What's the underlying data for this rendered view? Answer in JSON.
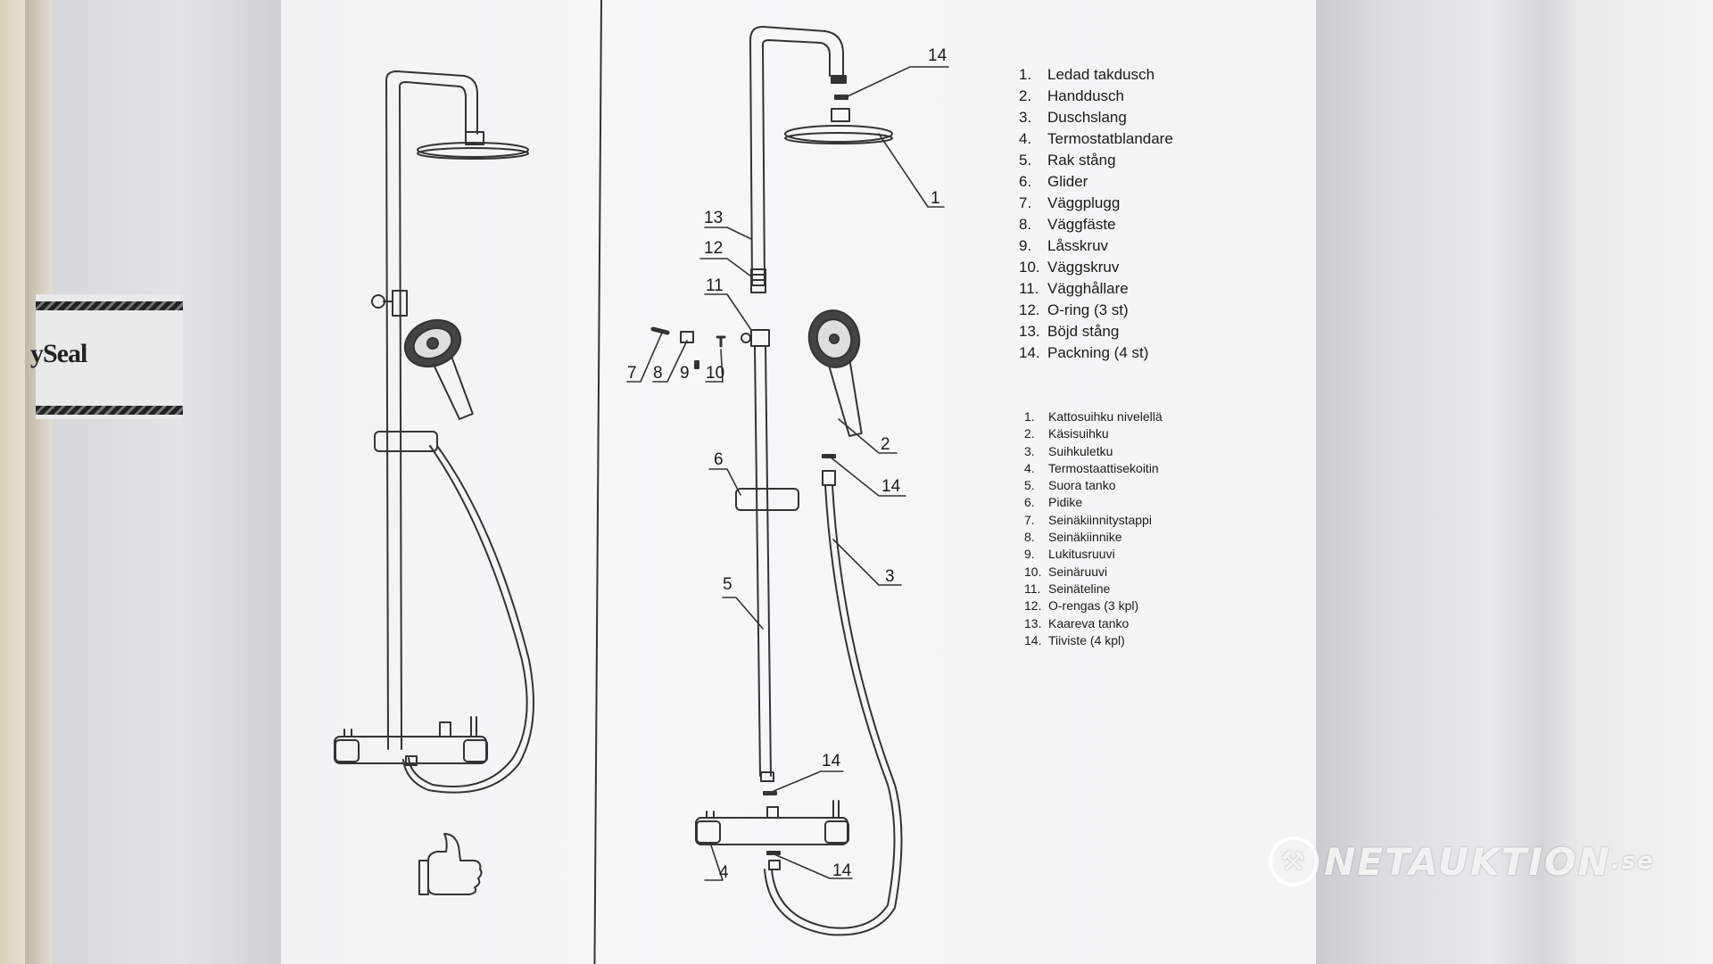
{
  "tape_text": "ySeal",
  "callouts": {
    "c14a": "14",
    "c1": "1",
    "c13": "13",
    "c12": "12",
    "c11": "11",
    "c7": "7",
    "c8": "8",
    "c9": "9",
    "c10": "10",
    "c2": "2",
    "c14b": "14",
    "c6": "6",
    "c3": "3",
    "c5": "5",
    "c14c": "14",
    "c4": "4",
    "c14d": "14"
  },
  "parts_swedish": [
    {
      "num": "1.",
      "label": "Ledad takdusch"
    },
    {
      "num": "2.",
      "label": "Handdusch"
    },
    {
      "num": "3.",
      "label": "Duschslang"
    },
    {
      "num": "4.",
      "label": "Termostatblandare"
    },
    {
      "num": "5.",
      "label": "Rak stång"
    },
    {
      "num": "6.",
      "label": "Glider"
    },
    {
      "num": "7.",
      "label": "Väggplugg"
    },
    {
      "num": "8.",
      "label": "Väggfäste"
    },
    {
      "num": "9.",
      "label": "Låsskruv"
    },
    {
      "num": "10.",
      "label": "Väggskruv"
    },
    {
      "num": "11.",
      "label": "Vägghållare"
    },
    {
      "num": "12.",
      "label": "O-ring (3 st)"
    },
    {
      "num": "13.",
      "label": "Böjd stång"
    },
    {
      "num": "14.",
      "label": "Packning (4 st)"
    }
  ],
  "parts_finnish": [
    {
      "num": "1.",
      "label": "Kattosuihku nivelellä"
    },
    {
      "num": "2.",
      "label": "Käsisuihku"
    },
    {
      "num": "3.",
      "label": "Suihkuletku"
    },
    {
      "num": "4.",
      "label": "Termostaattisekoitin"
    },
    {
      "num": "5.",
      "label": "Suora tanko"
    },
    {
      "num": "6.",
      "label": "Pidike"
    },
    {
      "num": "7.",
      "label": "Seinäkiinnitystappi"
    },
    {
      "num": "8.",
      "label": "Seinäkiinnike"
    },
    {
      "num": "9.",
      "label": "Lukitusruuvi"
    },
    {
      "num": "10.",
      "label": "Seinäruuvi"
    },
    {
      "num": "11.",
      "label": "Seinäteline"
    },
    {
      "num": "12.",
      "label": "O-rengas (3 kpl)"
    },
    {
      "num": "13.",
      "label": "Kaareva tanko"
    },
    {
      "num": "14.",
      "label": "Tiiviste (4 kpl)"
    }
  ],
  "watermark": {
    "brand": "NETAUKTION",
    "tld": ".se"
  },
  "colors": {
    "ink": "#1a1a1a",
    "sheet": "#f4f4f5"
  }
}
